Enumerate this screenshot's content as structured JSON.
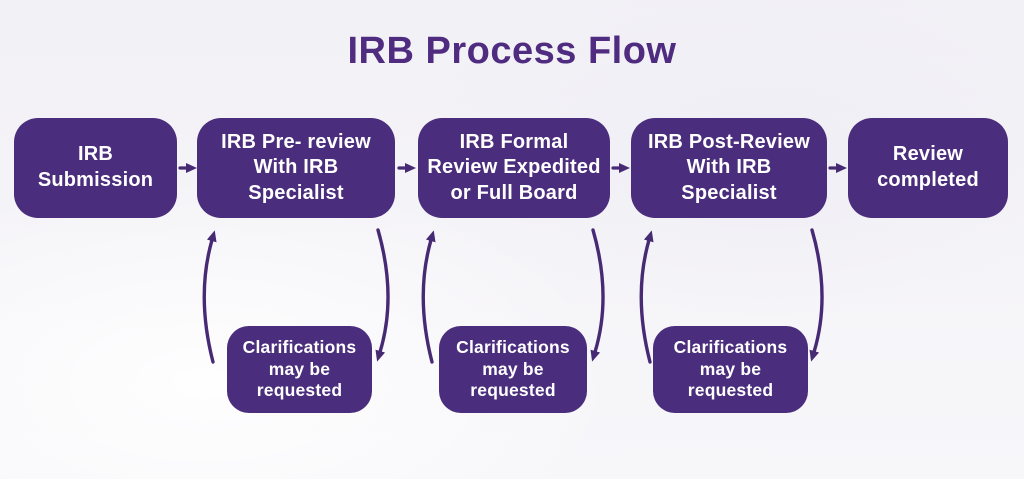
{
  "title": "IRB Process Flow",
  "colors": {
    "box_purple": "#4a2d7c",
    "title_purple": "#4f2c80",
    "arrow_purple": "#472a74",
    "label_white": "#ffffff",
    "background_light": "#f5f4f8"
  },
  "flow": {
    "steps": [
      {
        "id": "irb-submission",
        "label": "IRB\nSubmission"
      },
      {
        "id": "irb-pre-review",
        "label": "IRB Pre- review\nWith IRB\nSpecialist"
      },
      {
        "id": "irb-formal-review",
        "label": "IRB Formal\nReview Expedited\nor Full Board"
      },
      {
        "id": "irb-post-review",
        "label": "IRB Post-Review\nWith IRB\nSpecialist"
      },
      {
        "id": "review-completed",
        "label": "Review\ncompleted"
      }
    ],
    "loops": [
      {
        "id": "clarifications-1",
        "label": "Clarifications\nmay be\nrequested"
      },
      {
        "id": "clarifications-2",
        "label": "Clarifications\nmay be\nrequested"
      },
      {
        "id": "clarifications-3",
        "label": "Clarifications\nmay be\nrequested"
      }
    ]
  }
}
